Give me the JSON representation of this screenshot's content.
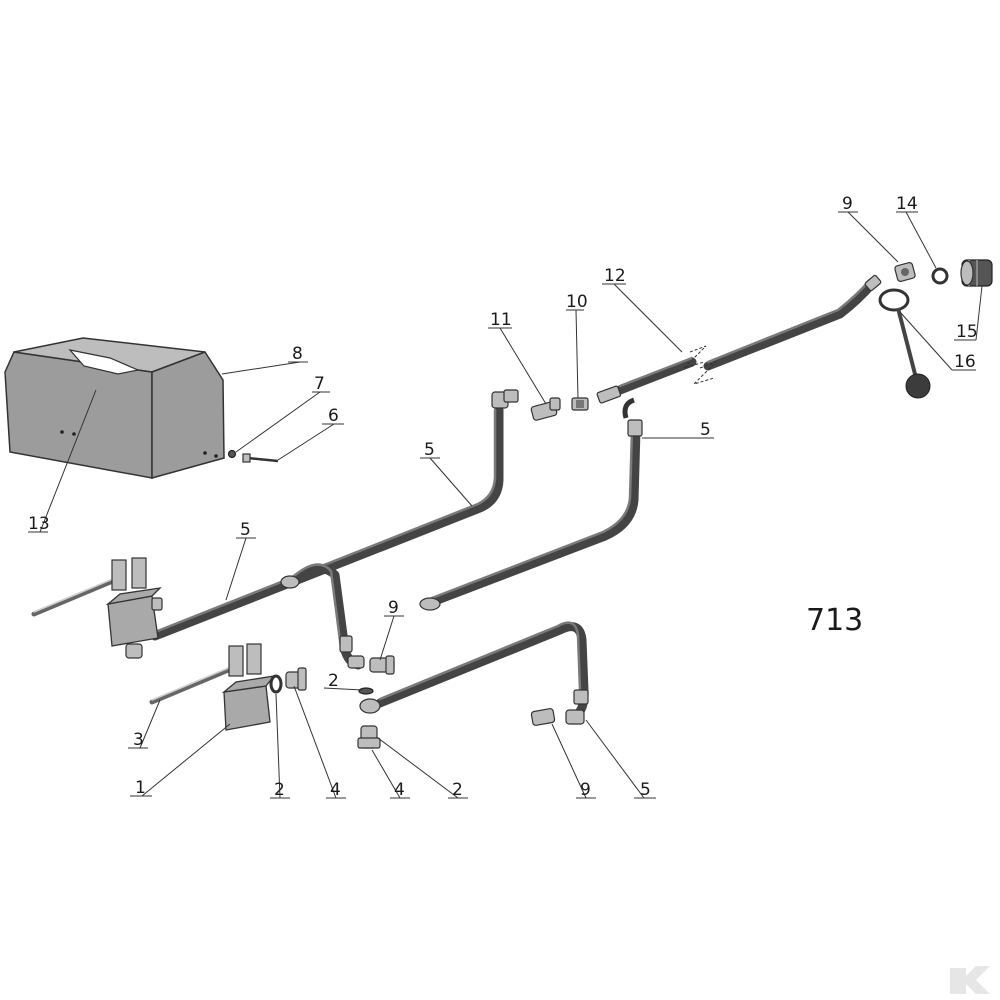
{
  "figure_number": "713",
  "callouts": {
    "c1": "1",
    "c2a": "2",
    "c2b": "2",
    "c2c": "2",
    "c3": "3",
    "c4a": "4",
    "c4b": "4",
    "c5a": "5",
    "c5b": "5",
    "c5c": "5",
    "c5d": "5",
    "c6": "6",
    "c7": "7",
    "c8": "8",
    "c9a": "9",
    "c9b": "9",
    "c9c": "9",
    "c10": "10",
    "c11": "11",
    "c12": "12",
    "c13": "13",
    "c14": "14",
    "c15": "15",
    "c16": "16"
  },
  "colors": {
    "line": "#333333",
    "hose": "#444444",
    "part_fill": "#bdbdbd",
    "watermark": "#e6e6e6"
  }
}
